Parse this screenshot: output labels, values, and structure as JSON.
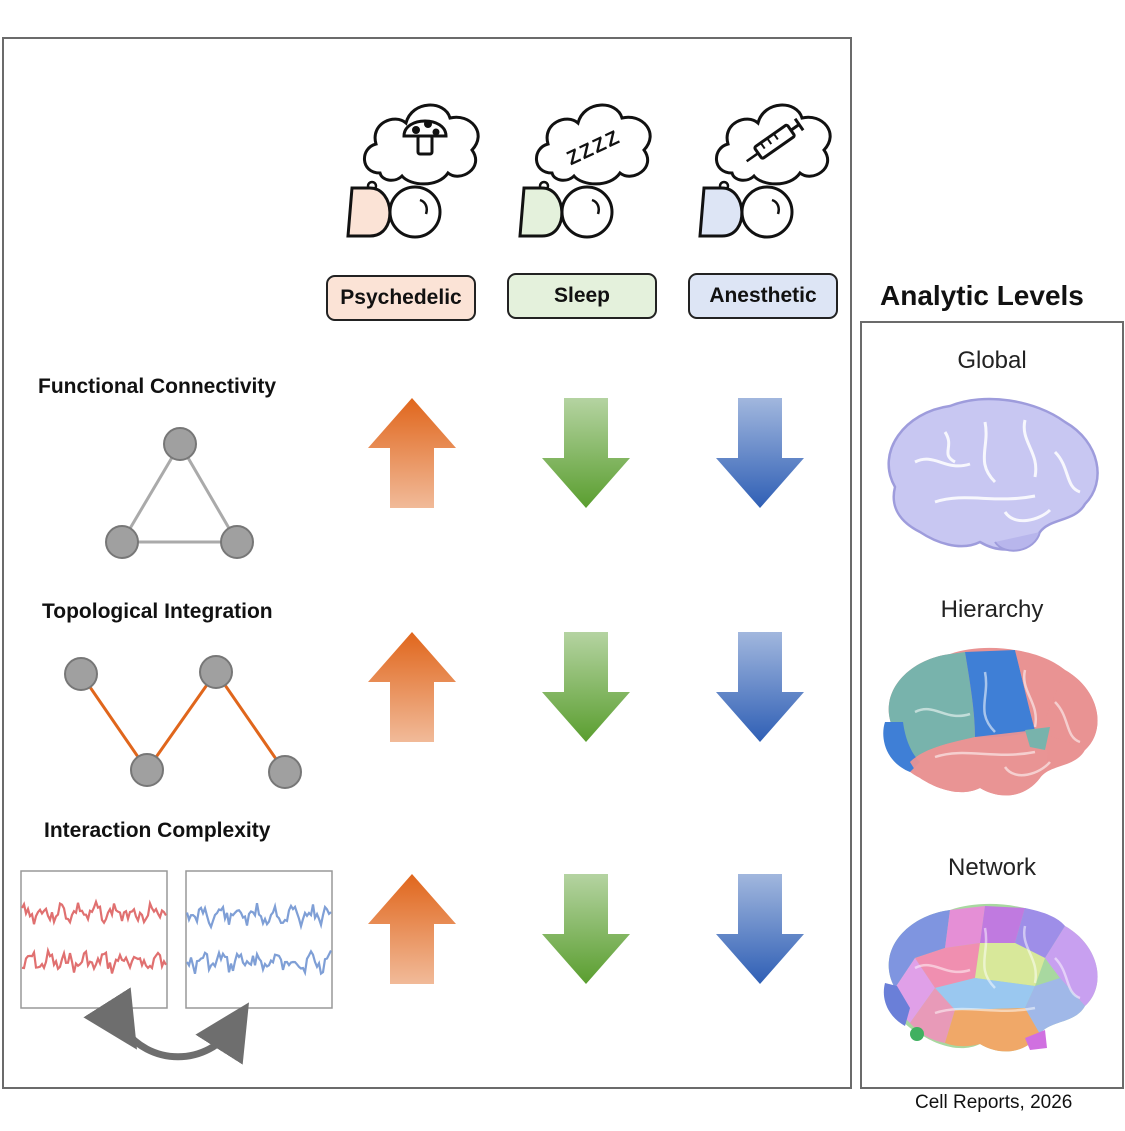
{
  "conditions": [
    {
      "id": "psychedelic",
      "label": "Psychedelic",
      "fill": "#fbe3d6",
      "face_color": "#fbe3d6",
      "thought": "mushroom-icon"
    },
    {
      "id": "sleep",
      "label": "Sleep",
      "fill": "#e4f1dc",
      "face_color": "#e4f1dc",
      "thought": "zzzz-icon",
      "thought_text": "ZZZZ"
    },
    {
      "id": "anesthetic",
      "label": "Anesthetic",
      "fill": "#dde5f5",
      "face_color": "#dde5f5",
      "thought": "syringe-icon"
    }
  ],
  "measures": [
    {
      "id": "functional-connectivity",
      "label": "Functional Connectivity",
      "effects": {
        "psychedelic": "up",
        "sleep": "down",
        "anesthetic": "down"
      }
    },
    {
      "id": "topological-integration",
      "label": "Topological Integration",
      "effects": {
        "psychedelic": "up",
        "sleep": "down",
        "anesthetic": "down"
      }
    },
    {
      "id": "interaction-complexity",
      "label": "Interaction Complexity",
      "effects": {
        "psychedelic": "up",
        "sleep": "down",
        "anesthetic": "down"
      }
    }
  ],
  "arrow_colors": {
    "psychedelic": "#e0661c",
    "sleep": "#5a9e2f",
    "anesthetic": "#2f5fb5"
  },
  "analytic_levels": {
    "title": "Analytic Levels",
    "levels": [
      {
        "id": "global",
        "label": "Global"
      },
      {
        "id": "hierarchy",
        "label": "Hierarchy"
      },
      {
        "id": "network",
        "label": "Network"
      }
    ]
  },
  "signal_colors": {
    "left": "#e07070",
    "right": "#7f9fd6"
  },
  "credit": "Cell Reports, 2026"
}
